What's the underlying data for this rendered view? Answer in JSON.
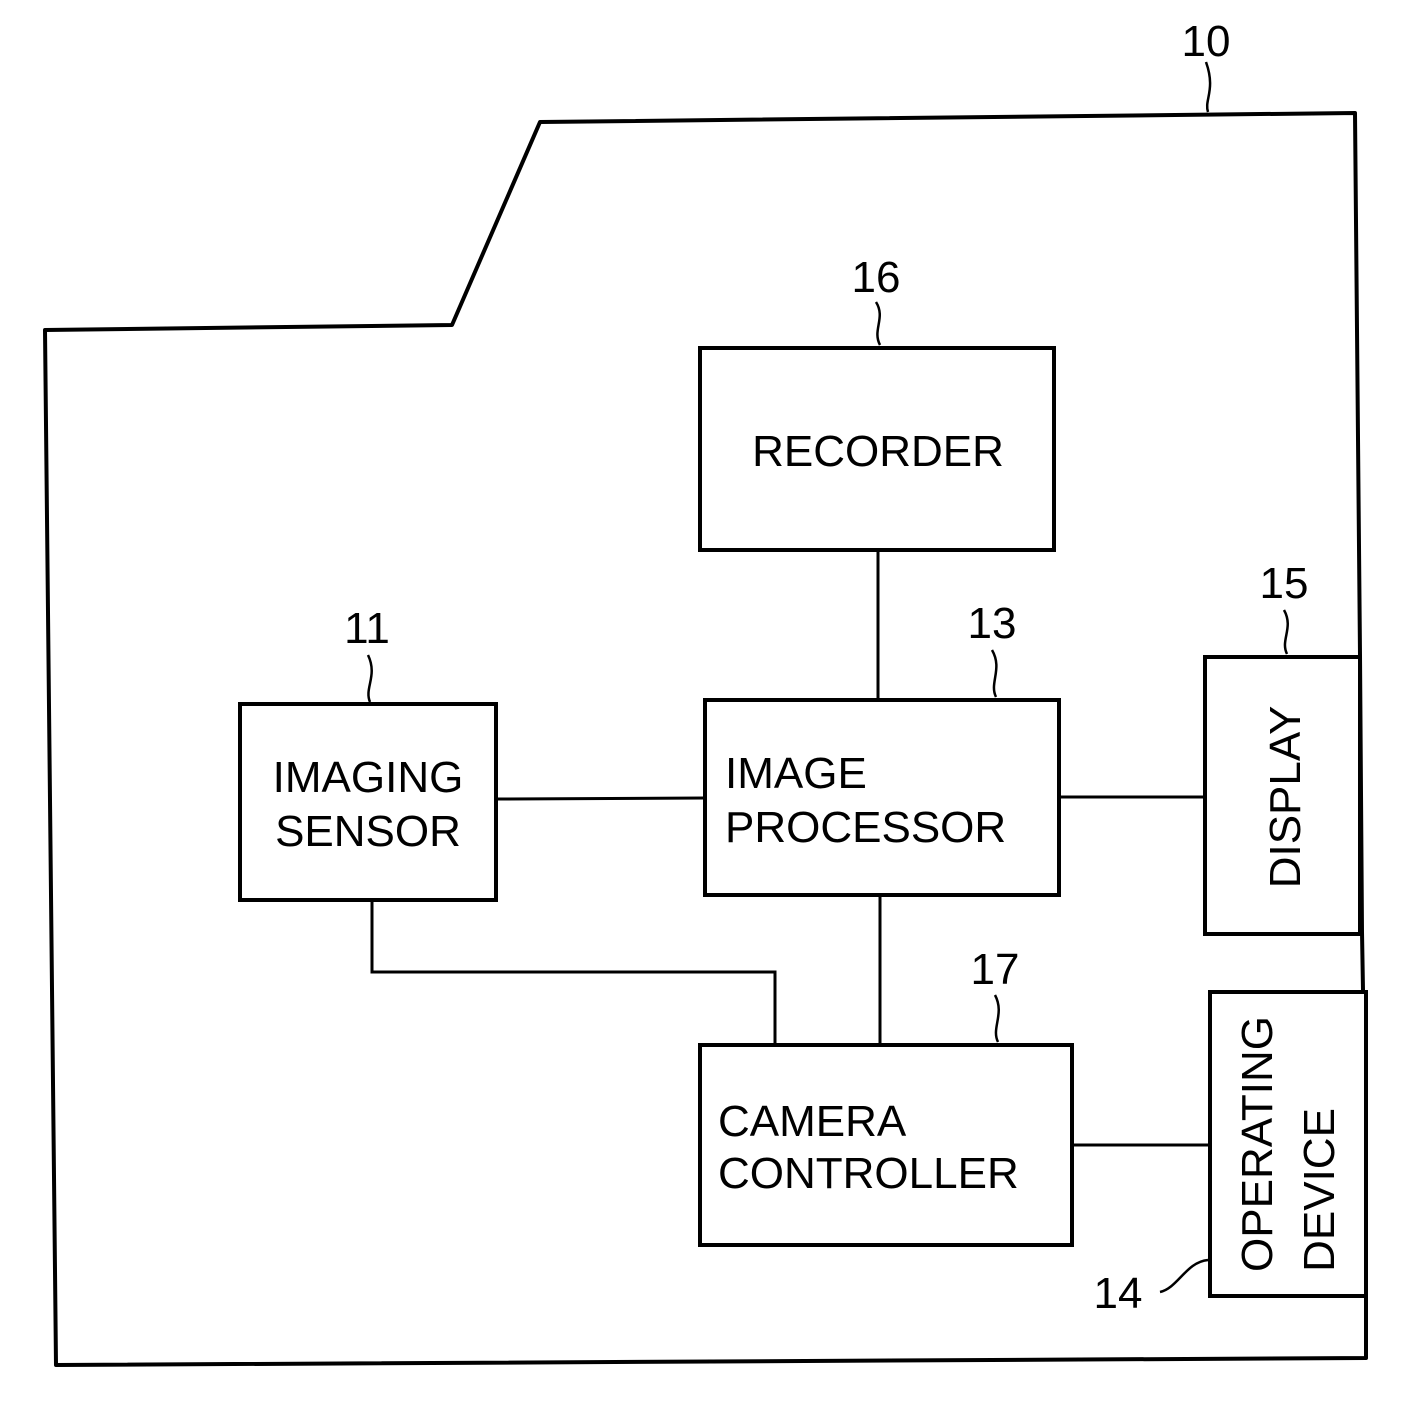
{
  "figure": {
    "housing_ref": "10",
    "blocks": {
      "recorder": {
        "ref": "16",
        "lines": [
          "RECORDER"
        ]
      },
      "imaging_sensor": {
        "ref": "11",
        "lines": [
          "IMAGING",
          "SENSOR"
        ]
      },
      "image_processor": {
        "ref": "13",
        "lines": [
          "IMAGE",
          "PROCESSOR"
        ]
      },
      "display": {
        "ref": "15",
        "lines": [
          "DISPLAY"
        ]
      },
      "camera_controller": {
        "ref": "17",
        "lines": [
          "CAMERA",
          "CONTROLLER"
        ]
      },
      "operating_device": {
        "ref": "14",
        "lines": [
          "OPERATING",
          "DEVICE"
        ]
      }
    }
  }
}
